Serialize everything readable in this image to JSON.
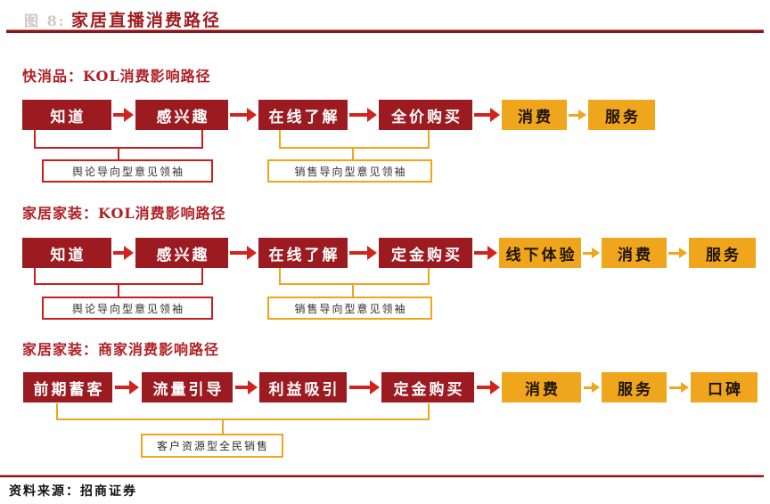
{
  "figure": {
    "caption_prefix": "图 8:",
    "title": "家居直播消费路径",
    "source": "资料来源：招商证券"
  },
  "colors": {
    "dark_red_box": "#9b1b20",
    "red_arrow": "#d2241e",
    "gold": "#efa51c",
    "header_red": "#b01f24",
    "rule_red": "#8c1518"
  },
  "sections": [
    {
      "header": "快消品：KOL消费影响路径",
      "nodes": [
        "知道",
        "感兴趣",
        "在线了解",
        "全价购买",
        "消费",
        "服务"
      ],
      "brackets": [
        "舆论导向型意见领袖",
        "销售导向型意见领袖"
      ]
    },
    {
      "header": "家居家装：KOL消费影响路径",
      "nodes": [
        "知道",
        "感兴趣",
        "在线了解",
        "定金购买",
        "线下体验",
        "消费",
        "服务"
      ],
      "brackets": [
        "舆论导向型意见领袖",
        "销售导向型意见领袖"
      ]
    },
    {
      "header": "家居家装：商家消费影响路径",
      "nodes": [
        "前期蓄客",
        "流量引导",
        "利益吸引",
        "定金购买",
        "消费",
        "服务",
        "口碑"
      ],
      "brackets": [
        "客户资源型全民销售"
      ]
    }
  ]
}
